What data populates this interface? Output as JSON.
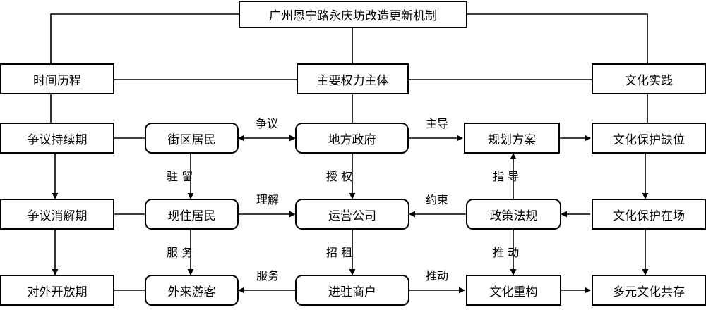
{
  "title": "广州恩宁路永庆坊改造更新机制",
  "categories": {
    "time": "时间历程",
    "actors": "主要权力主体",
    "culture": "文化实践"
  },
  "time_stages": [
    "争议持续期",
    "争议消解期",
    "对外开放期"
  ],
  "residents": [
    "街区居民",
    "现住居民",
    "外来游客"
  ],
  "actors": [
    "地方政府",
    "运营公司",
    "进驻商户"
  ],
  "policy": [
    "规划方案",
    "政策法规",
    "文化重构"
  ],
  "culture_stages": [
    "文化保护缺位",
    "文化保护在场",
    "多元文化共存"
  ],
  "edge_labels": {
    "dispute": "争议",
    "lead": "主导",
    "stay": "驻 留",
    "authorize": "授 权",
    "guide": "指 导",
    "understand": "理解",
    "constrain": "约束",
    "serve1": "服 务",
    "lease": "招 租",
    "promote1": "推 动",
    "serve2": "服务",
    "promote2": "推动"
  }
}
